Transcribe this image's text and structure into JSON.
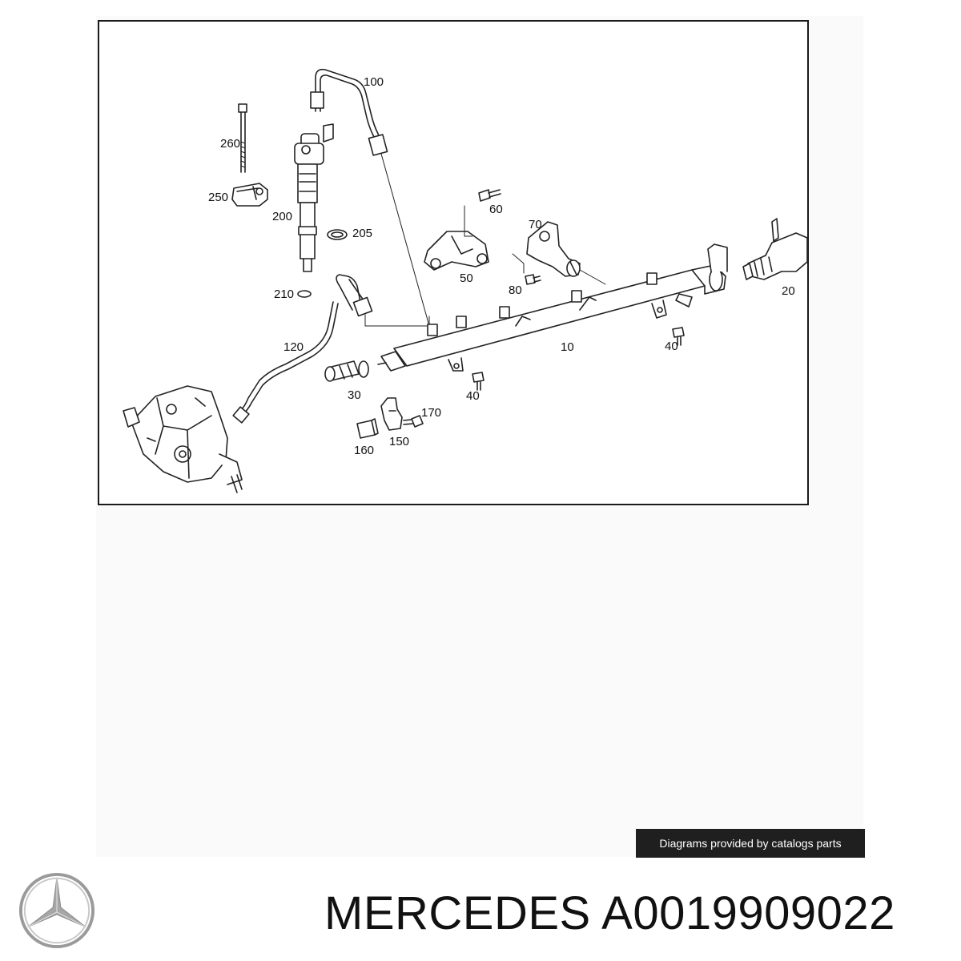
{
  "diagram": {
    "callouts": {
      "c100": "100",
      "c260": "260",
      "c250": "250",
      "c200": "200",
      "c205": "205",
      "c210": "210",
      "c60": "60",
      "c70": "70",
      "c50": "50",
      "c80": "80",
      "c20": "20",
      "c120": "120",
      "c10": "10",
      "c40a": "40",
      "c40b": "40",
      "c30": "30",
      "c170": "170",
      "c150": "150",
      "c160": "160"
    }
  },
  "credit": {
    "text": "Diagrams provided by catalogs parts"
  },
  "title": {
    "brand": "MERCEDES",
    "part_number": "A0019909022"
  },
  "logo": {
    "icon": "mercedes-star-icon"
  }
}
